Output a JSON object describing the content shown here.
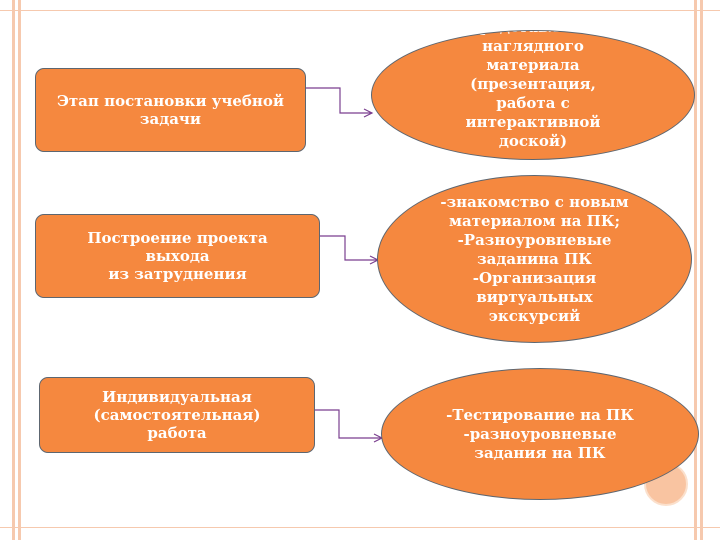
{
  "colors": {
    "node_fill": "#f5883f",
    "node_border": "#5d6670",
    "connector": "#7a3f8f",
    "frame_stripe": "#f6c9ae",
    "deco_circle": "#f9c4a1"
  },
  "diagram": {
    "stages": [
      {
        "label": "Этап постановки учебной\nзадачи"
      },
      {
        "label": "Построение проекта\nвыхода\nиз затруднения"
      },
      {
        "label": "Индивидуальная\n(самостоятельная)\nработа"
      }
    ],
    "activities": [
      {
        "text": "Представление\nнаглядного\nматериала\n(презентация,\nработа с\nинтерактивной\nдоской)"
      },
      {
        "text": "-знакомство с новым\nматериалом на ПК;\n-Разноуровневые\nзаданина ПК\n-Организация\nвиртуальных\nэкскурсий"
      },
      {
        "text": "-Тестирование на ПК\n-разноуровневые\nзадания на ПК"
      }
    ]
  }
}
